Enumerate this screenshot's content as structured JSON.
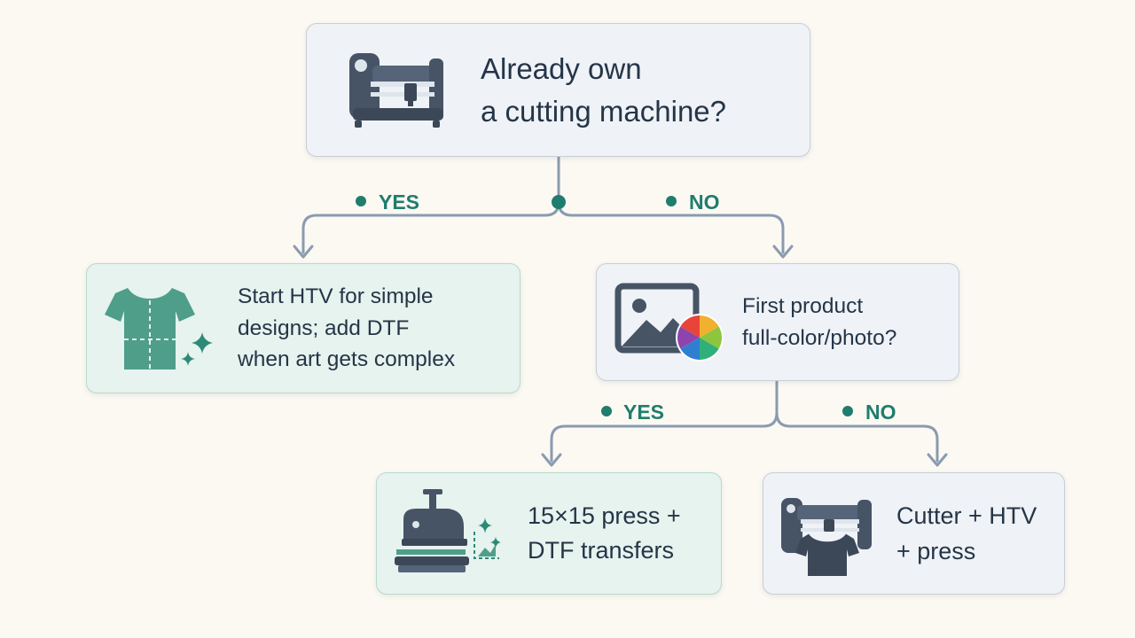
{
  "colors": {
    "connector": "#8a9bb0",
    "branch_label": "#1f7d6d",
    "text": "#253548",
    "node_neutral": "#eff2f6",
    "node_green": "#e6f3ee",
    "background": "#fbf9f2"
  },
  "nodes": {
    "root": {
      "icon": "cutting-machine-icon",
      "lines": [
        "Already own",
        "a cutting machine?"
      ]
    },
    "htv": {
      "icon": "t-shirt-sparkle-icon",
      "lines": [
        "Start HTV for simple",
        "designs; add DTF",
        "when art gets complex"
      ]
    },
    "full_color": {
      "icon": "photo-color-wheel-icon",
      "lines": [
        "First product",
        "full-color/photo?"
      ]
    },
    "dtf": {
      "icon": "heat-press-icon",
      "lines": [
        "15×15 press +",
        "DTF transfers"
      ]
    },
    "cutter": {
      "icon": "cutter-shirt-icon",
      "lines": [
        "Cutter + HTV",
        "+ press"
      ]
    }
  },
  "branches": {
    "root_yes": "YES",
    "root_no": "NO",
    "color_yes": "YES",
    "color_no": "NO"
  }
}
